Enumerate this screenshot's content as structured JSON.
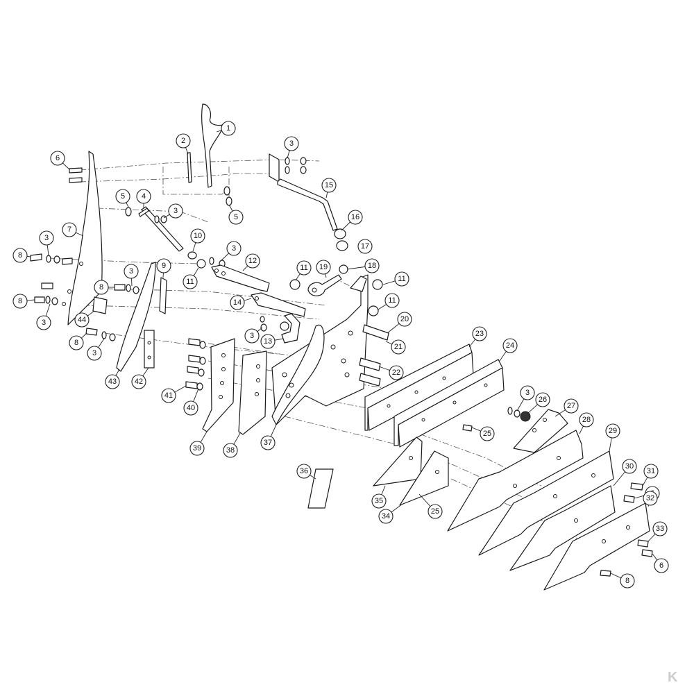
{
  "diagram": {
    "kind": "exploded parts diagram",
    "callouts": [
      {
        "id": "c1",
        "label": "1"
      },
      {
        "id": "c2",
        "label": "2"
      },
      {
        "id": "c3a",
        "label": "3"
      },
      {
        "id": "c5a",
        "label": "5"
      },
      {
        "id": "c5b",
        "label": "5"
      },
      {
        "id": "c4",
        "label": "4"
      },
      {
        "id": "c3b",
        "label": "3"
      },
      {
        "id": "c6a",
        "label": "6"
      },
      {
        "id": "c7",
        "label": "7"
      },
      {
        "id": "c3c",
        "label": "3"
      },
      {
        "id": "c8a",
        "label": "8"
      },
      {
        "id": "c10",
        "label": "10"
      },
      {
        "id": "c3d",
        "label": "3"
      },
      {
        "id": "c11a",
        "label": "11"
      },
      {
        "id": "c12",
        "label": "12"
      },
      {
        "id": "c15",
        "label": "15"
      },
      {
        "id": "c16",
        "label": "16"
      },
      {
        "id": "c17",
        "label": "17"
      },
      {
        "id": "c18",
        "label": "18"
      },
      {
        "id": "c19",
        "label": "19"
      },
      {
        "id": "c11b",
        "label": "11"
      },
      {
        "id": "c11c",
        "label": "11"
      },
      {
        "id": "c11d",
        "label": "11"
      },
      {
        "id": "c9",
        "label": "9"
      },
      {
        "id": "c3e",
        "label": "3"
      },
      {
        "id": "c8b",
        "label": "8"
      },
      {
        "id": "c8c",
        "label": "8"
      },
      {
        "id": "c3f",
        "label": "3"
      },
      {
        "id": "c14",
        "label": "14"
      },
      {
        "id": "c44",
        "label": "44"
      },
      {
        "id": "c8d",
        "label": "8"
      },
      {
        "id": "c3g",
        "label": "3"
      },
      {
        "id": "c3h",
        "label": "3"
      },
      {
        "id": "c13",
        "label": "13"
      },
      {
        "id": "c20",
        "label": "20"
      },
      {
        "id": "c21",
        "label": "21"
      },
      {
        "id": "c22",
        "label": "22"
      },
      {
        "id": "c23",
        "label": "23"
      },
      {
        "id": "c24",
        "label": "24"
      },
      {
        "id": "c43",
        "label": "43"
      },
      {
        "id": "c42",
        "label": "42"
      },
      {
        "id": "c41",
        "label": "41"
      },
      {
        "id": "c40",
        "label": "40"
      },
      {
        "id": "c39",
        "label": "39"
      },
      {
        "id": "c38",
        "label": "38"
      },
      {
        "id": "c37",
        "label": "37"
      },
      {
        "id": "c3i",
        "label": "3"
      },
      {
        "id": "c26",
        "label": "26"
      },
      {
        "id": "c27",
        "label": "27"
      },
      {
        "id": "c25a",
        "label": "25"
      },
      {
        "id": "c28",
        "label": "28"
      },
      {
        "id": "c29",
        "label": "29"
      },
      {
        "id": "c36",
        "label": "36"
      },
      {
        "id": "c35",
        "label": "35"
      },
      {
        "id": "c34",
        "label": "34"
      },
      {
        "id": "c25b",
        "label": "25"
      },
      {
        "id": "c30",
        "label": "30"
      },
      {
        "id": "c31",
        "label": "31"
      },
      {
        "id": "c6b",
        "label": "6"
      },
      {
        "id": "c32",
        "label": "32"
      },
      {
        "id": "c33",
        "label": "33"
      },
      {
        "id": "c6c",
        "label": "6"
      },
      {
        "id": "c8e",
        "label": "8"
      }
    ]
  },
  "logo": {
    "text": "K"
  },
  "colors": {
    "line": "#1a1a1a",
    "paper": "#ffffff",
    "logo": "#cccccc"
  }
}
